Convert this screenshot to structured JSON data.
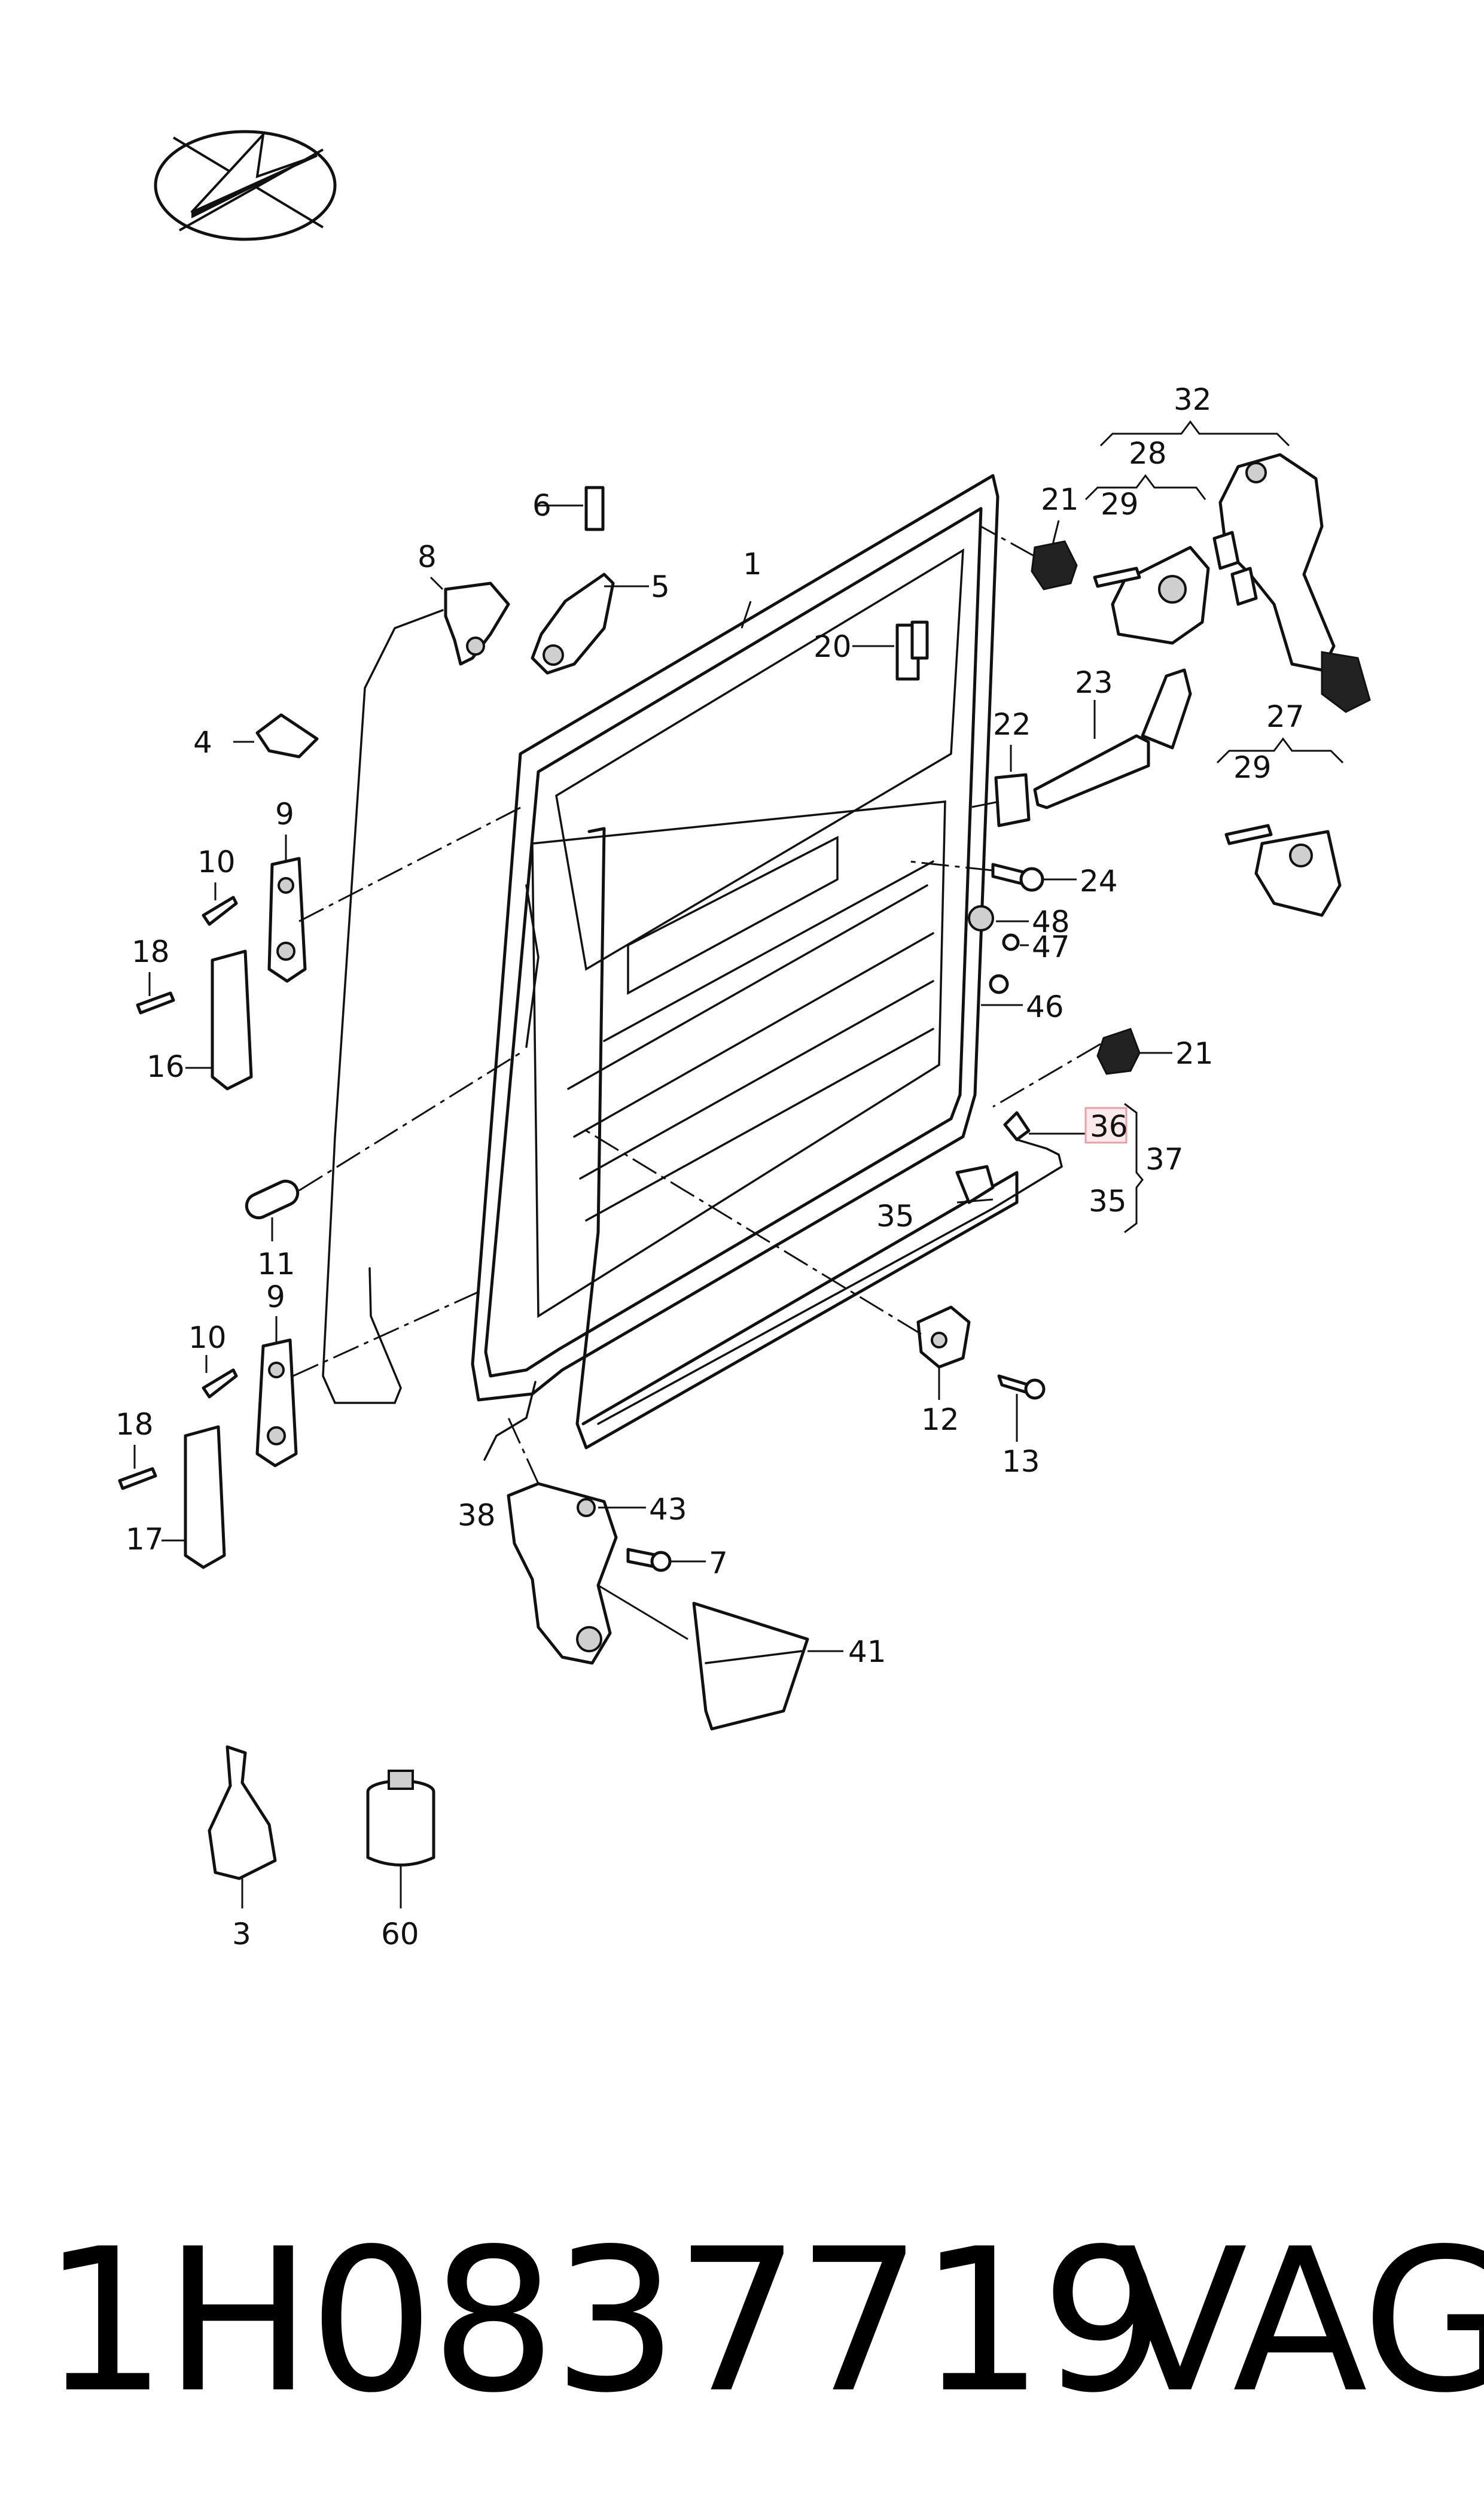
{
  "callouts": {
    "c1": "1",
    "c3": "3",
    "c4": "4",
    "c5": "5",
    "c6": "6",
    "c7": "7",
    "c8": "8",
    "c9a": "9",
    "c9b": "9",
    "c10a": "10",
    "c10b": "10",
    "c11": "11",
    "c12": "12",
    "c13": "13",
    "c16": "16",
    "c17": "17",
    "c18a": "18",
    "c18b": "18",
    "c20": "20",
    "c21a": "21",
    "c21b": "21",
    "c22": "22",
    "c23": "23",
    "c24": "24",
    "c27": "27",
    "c28": "28",
    "c29a": "29",
    "c29b": "29",
    "c32": "32",
    "c35a": "35",
    "c35b": "35",
    "c36": "36",
    "c37": "37",
    "c38": "38",
    "c41": "41",
    "c43": "43",
    "c46": "46",
    "c47": "47",
    "c48": "48",
    "c60": "60"
  },
  "highlighted_callout": "36",
  "highlight_color": "#e8a0a8",
  "icon": "vw-logo-icon",
  "footer": {
    "part_number": "1H0837719",
    "brand": "VAG"
  }
}
